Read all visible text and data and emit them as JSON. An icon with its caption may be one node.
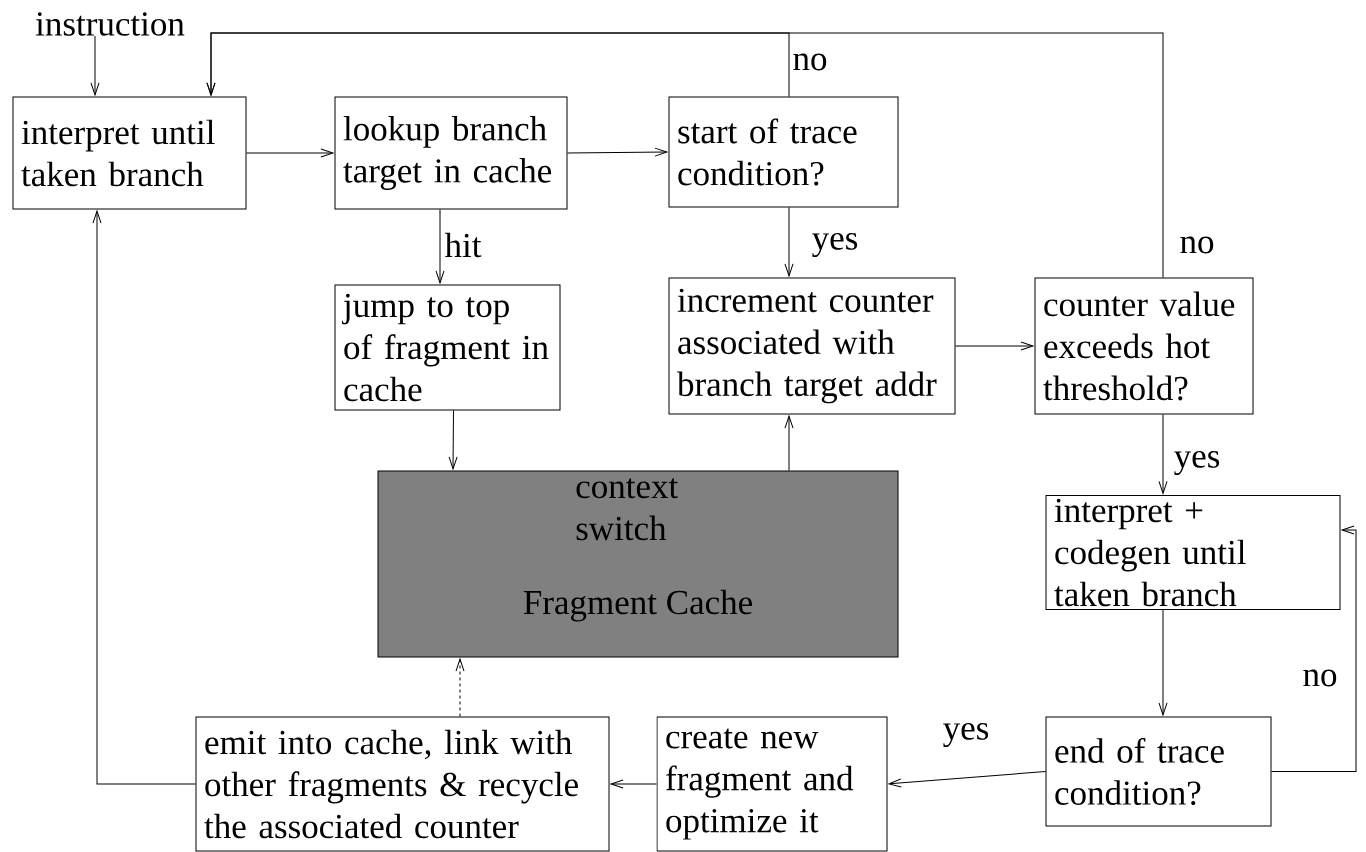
{
  "diagram": {
    "nodes": [
      {
        "text": [
          "instruction"
        ]
      },
      {
        "text": [
          "interpret until taken branch"
        ]
      },
      {
        "text": [
          "lookup branch target in cache"
        ]
      },
      {
        "text": [
          "start of trace condition?"
        ]
      },
      {
        "text": [
          "jump to top of fragment in cache"
        ]
      },
      {
        "text": [
          "increment counter associated with branch target addr"
        ]
      },
      {
        "text": [
          "counter value exceeds hot threshold?"
        ]
      },
      {
        "text": [
          "Fragment Cache"
        ]
      },
      {
        "text": [
          "interpret + codegen until taken branch"
        ]
      },
      {
        "text": [
          "end of trace condition?"
        ]
      },
      {
        "text": [
          "create new fragment and optimize it"
        ]
      },
      {
        "text": [
          "emit into cache, link with other fragments & recycle the associated counter"
        ]
      }
    ],
    "edges": [
      {
        "from": 0,
        "to": 1,
        "arrow": "to"
      },
      {
        "from": 1,
        "to": 2,
        "arrow": "to"
      },
      {
        "from": 2,
        "to": 3,
        "arrow": "to"
      },
      {
        "from": 2,
        "to": 4,
        "arrow": "to",
        "label": "hit"
      },
      {
        "from": 3,
        "to": 5,
        "arrow": "to",
        "label": "yes"
      },
      {
        "from": 3,
        "to": 1,
        "arrow": "to",
        "label": "no"
      },
      {
        "from": 6,
        "to": 1,
        "arrow": "to",
        "label": "no"
      },
      {
        "from": 5,
        "to": 6,
        "arrow": "to"
      },
      {
        "from": 4,
        "to": 7,
        "arrow": "to"
      },
      {
        "from": 7,
        "to": 5,
        "arrow": "to"
      },
      {
        "from": 6,
        "to": 8,
        "arrow": "to",
        "label": "yes"
      },
      {
        "from": 8,
        "to": 9,
        "arrow": "to"
      },
      {
        "from": 9,
        "to": 10,
        "arrow": "to",
        "label": "yes"
      },
      {
        "from": 9,
        "to": 8,
        "arrow": "to",
        "label": "no"
      },
      {
        "from": 10,
        "to": 11,
        "arrow": "to"
      },
      {
        "from": 11,
        "to": 1,
        "arrow": "to"
      },
      {
        "from": 11,
        "to": 7,
        "arrow": "to",
        "style": "dashed"
      }
    ],
    "labels": [
      "context switch"
    ]
  }
}
